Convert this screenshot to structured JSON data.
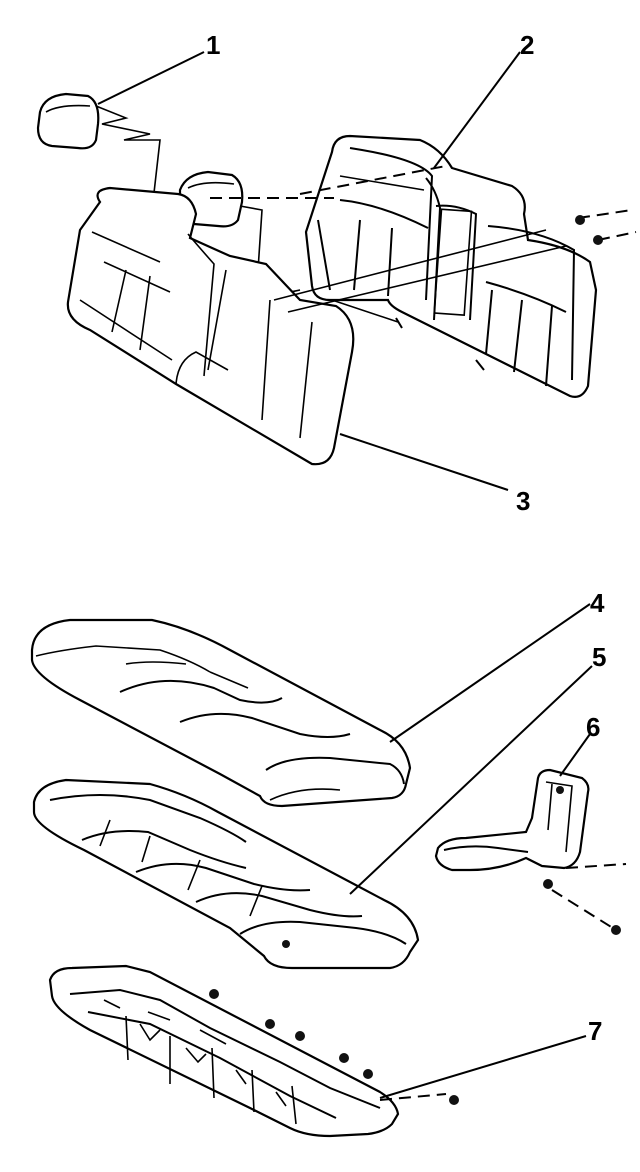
{
  "diagram": {
    "callouts": [
      {
        "id": "c1",
        "label": "1"
      },
      {
        "id": "c2",
        "label": "2"
      },
      {
        "id": "c3",
        "label": "3"
      },
      {
        "id": "c4",
        "label": "4"
      },
      {
        "id": "c5",
        "label": "5"
      },
      {
        "id": "c6",
        "label": "6"
      },
      {
        "id": "c7",
        "label": "7"
      }
    ]
  }
}
